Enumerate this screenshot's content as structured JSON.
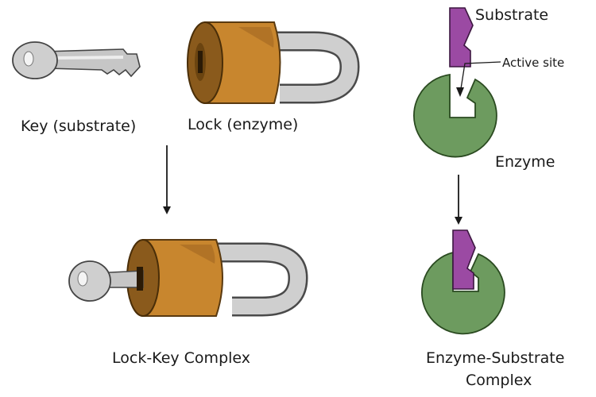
{
  "labels": {
    "key": "Key (substrate)",
    "lock": "Lock (enzyme)",
    "lock_key_complex": "Lock-Key Complex",
    "substrate": "Substrate",
    "active_site": "Active site",
    "enzyme": "Enzyme",
    "enzyme_substrate_line1": "Enzyme-Substrate",
    "enzyme_substrate_line2": "Complex"
  },
  "colors": {
    "lock_body": "#c8862e",
    "lock_dark": "#8a5a1c",
    "shackle": "#c9c9c9",
    "key": "#bdbdbd",
    "enzyme": "#6d9b5f",
    "substrate": "#9b4aa3",
    "arrow": "#1a1a1a"
  }
}
